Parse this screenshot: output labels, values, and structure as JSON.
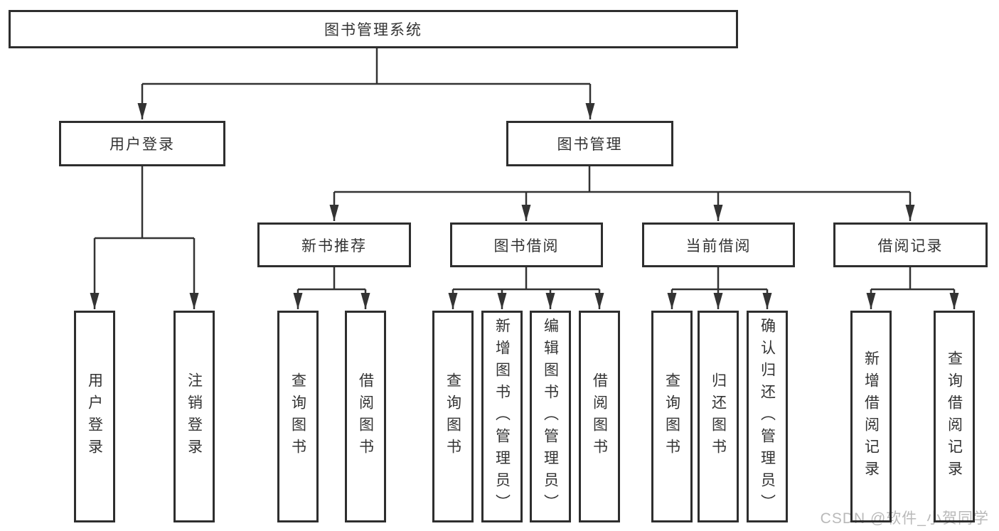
{
  "tree": {
    "root": {
      "label": "图书管理系统"
    },
    "user_login": {
      "label": "用户登录",
      "children": [
        {
          "label": "用户登录"
        },
        {
          "label": "注销登录"
        }
      ]
    },
    "book_mgmt": {
      "label": "图书管理",
      "groups": [
        {
          "label": "新书推荐",
          "children": [
            {
              "label": "查询图书"
            },
            {
              "label": "借阅图书"
            }
          ]
        },
        {
          "label": "图书借阅",
          "children": [
            {
              "label": "查询图书"
            },
            {
              "label": "新增图书（管理员）"
            },
            {
              "label": "编辑图书（管理员）"
            },
            {
              "label": "借阅图书"
            }
          ]
        },
        {
          "label": "当前借阅",
          "children": [
            {
              "label": "查询图书"
            },
            {
              "label": "归还图书"
            },
            {
              "label": "确认归还（管理员）"
            }
          ]
        },
        {
          "label": "借阅记录",
          "children": [
            {
              "label": "新增借阅记录"
            },
            {
              "label": "查询借阅记录"
            }
          ]
        }
      ]
    }
  },
  "watermark": {
    "text": "CSDN @软件_小贺同学"
  },
  "colors": {
    "line": "#333333",
    "box_border": "#2e2e2e",
    "text": "#333333",
    "watermark": "#b9b9b9",
    "background": "#ffffff"
  }
}
